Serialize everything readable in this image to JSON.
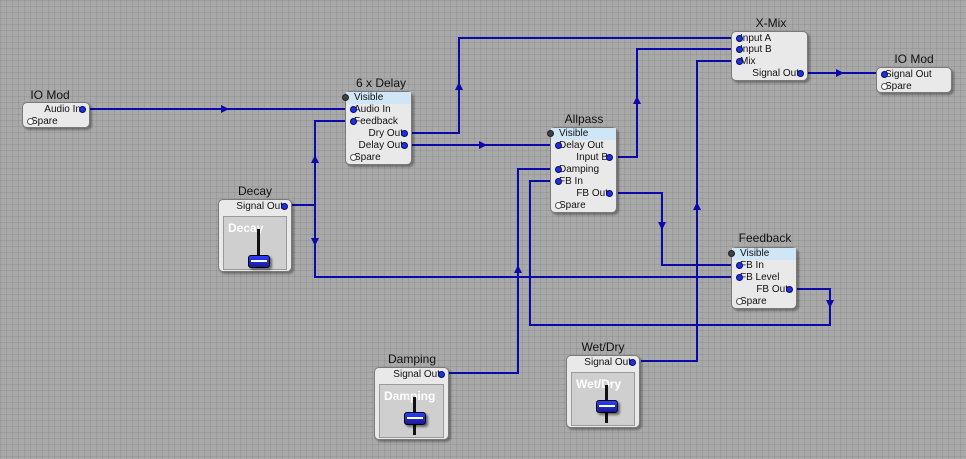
{
  "modules": {
    "io_mod_in": {
      "title": "IO Mod",
      "ports": {
        "audio_in": "Audio In",
        "spare": "Spare"
      }
    },
    "delay": {
      "title": "6 x Delay",
      "ports": {
        "visible": "Visible",
        "audio_in": "Audio In",
        "feedback": "Feedback",
        "dry_out": "Dry Out",
        "delay_out": "Delay Out",
        "spare": "Spare"
      }
    },
    "allpass": {
      "title": "Allpass",
      "ports": {
        "visible": "Visible",
        "delay_out": "Delay Out",
        "input_b": "Input B",
        "damping": "Damping",
        "fb_in": "FB In",
        "fb_out": "FB Out",
        "spare": "Spare"
      }
    },
    "xmix": {
      "title": "X-Mix",
      "ports": {
        "input_a": "Input A",
        "input_b": "Input B",
        "mix": "Mix",
        "signal_out": "Signal Out"
      }
    },
    "io_mod_out": {
      "title": "IO Mod",
      "ports": {
        "signal_out": "Signal Out",
        "spare": "Spare"
      }
    },
    "feedback": {
      "title": "Feedback",
      "ports": {
        "visible": "Visible",
        "fb_in": "FB In",
        "fb_level": "FB Level",
        "fb_out": "FB Out",
        "spare": "Spare"
      }
    },
    "decay": {
      "title": "Decay",
      "ports": {
        "signal_out": "Signal Out"
      },
      "slider_label": "Decay"
    },
    "damping": {
      "title": "Damping",
      "ports": {
        "signal_out": "Signal Out"
      },
      "slider_label": "Damping"
    },
    "wetdry": {
      "title": "Wet/Dry",
      "ports": {
        "signal_out": "Signal Out"
      },
      "slider_label": "Wet/Dry"
    }
  },
  "colors": {
    "wire": "#0a0aa8",
    "background": "#a9a9a9",
    "module": "#e9e9e9",
    "visible_row": "#cfe6f7",
    "port_dot": "#1a33e0"
  }
}
